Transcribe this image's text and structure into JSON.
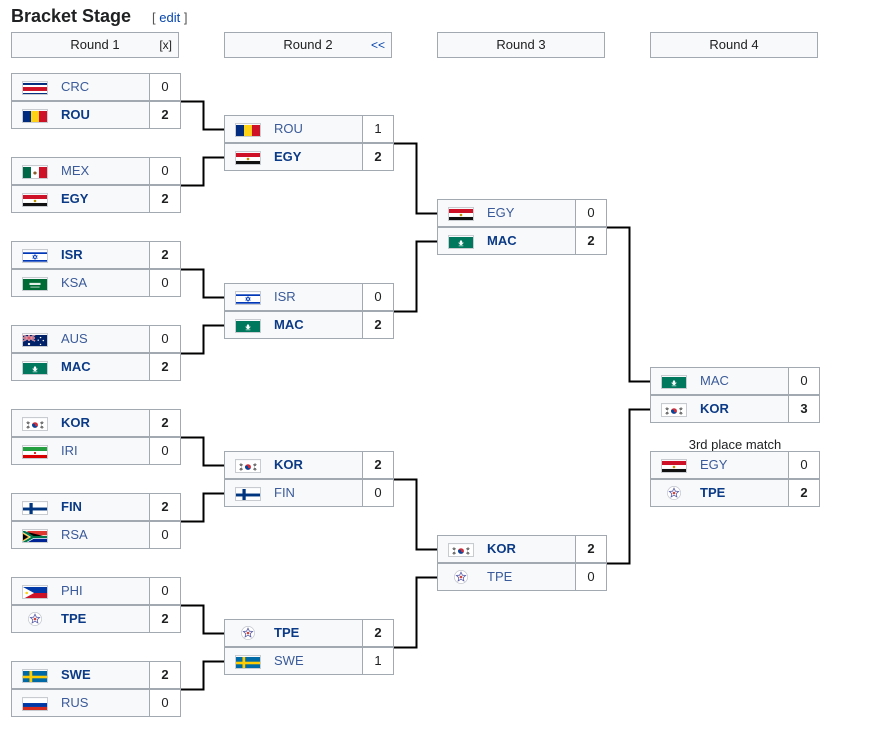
{
  "page": {
    "title": "Bracket Stage",
    "edit_label": "edit",
    "edit_open": "[ ",
    "edit_close": " ]"
  },
  "rounds": [
    {
      "label": "Round 1",
      "control": "[x]"
    },
    {
      "label": "Round 2",
      "control": "<<"
    },
    {
      "label": "Round 3",
      "control": ""
    },
    {
      "label": "Round 4",
      "control": ""
    }
  ],
  "third_place_label": "3rd place match",
  "matches": {
    "r1": [
      {
        "a": {
          "code": "CRC",
          "flag": "crc",
          "score": "0",
          "win": false
        },
        "b": {
          "code": "ROU",
          "flag": "rou",
          "score": "2",
          "win": true
        }
      },
      {
        "a": {
          "code": "MEX",
          "flag": "mex",
          "score": "0",
          "win": false
        },
        "b": {
          "code": "EGY",
          "flag": "egy",
          "score": "2",
          "win": true
        }
      },
      {
        "a": {
          "code": "ISR",
          "flag": "isr",
          "score": "2",
          "win": true
        },
        "b": {
          "code": "KSA",
          "flag": "ksa",
          "score": "0",
          "win": false
        }
      },
      {
        "a": {
          "code": "AUS",
          "flag": "aus",
          "score": "0",
          "win": false
        },
        "b": {
          "code": "MAC",
          "flag": "mac",
          "score": "2",
          "win": true
        }
      },
      {
        "a": {
          "code": "KOR",
          "flag": "kor",
          "score": "2",
          "win": true
        },
        "b": {
          "code": "IRI",
          "flag": "iri",
          "score": "0",
          "win": false
        }
      },
      {
        "a": {
          "code": "FIN",
          "flag": "fin",
          "score": "2",
          "win": true
        },
        "b": {
          "code": "RSA",
          "flag": "rsa",
          "score": "0",
          "win": false
        }
      },
      {
        "a": {
          "code": "PHI",
          "flag": "phi",
          "score": "0",
          "win": false
        },
        "b": {
          "code": "TPE",
          "flag": "tpe",
          "score": "2",
          "win": true
        }
      },
      {
        "a": {
          "code": "SWE",
          "flag": "swe",
          "score": "2",
          "win": true
        },
        "b": {
          "code": "RUS",
          "flag": "rus",
          "score": "0",
          "win": false
        }
      }
    ],
    "r2": [
      {
        "a": {
          "code": "ROU",
          "flag": "rou",
          "score": "1",
          "win": false
        },
        "b": {
          "code": "EGY",
          "flag": "egy",
          "score": "2",
          "win": true
        }
      },
      {
        "a": {
          "code": "ISR",
          "flag": "isr",
          "score": "0",
          "win": false
        },
        "b": {
          "code": "MAC",
          "flag": "mac",
          "score": "2",
          "win": true
        }
      },
      {
        "a": {
          "code": "KOR",
          "flag": "kor",
          "score": "2",
          "win": true
        },
        "b": {
          "code": "FIN",
          "flag": "fin",
          "score": "0",
          "win": false
        }
      },
      {
        "a": {
          "code": "TPE",
          "flag": "tpe",
          "score": "2",
          "win": true
        },
        "b": {
          "code": "SWE",
          "flag": "swe",
          "score": "1",
          "win": false
        }
      }
    ],
    "r3": [
      {
        "a": {
          "code": "EGY",
          "flag": "egy",
          "score": "0",
          "win": false
        },
        "b": {
          "code": "MAC",
          "flag": "mac",
          "score": "2",
          "win": true
        }
      },
      {
        "a": {
          "code": "KOR",
          "flag": "kor",
          "score": "2",
          "win": true
        },
        "b": {
          "code": "TPE",
          "flag": "tpe",
          "score": "0",
          "win": false
        }
      }
    ],
    "final": {
      "a": {
        "code": "MAC",
        "flag": "mac",
        "score": "0",
        "win": false
      },
      "b": {
        "code": "KOR",
        "flag": "kor",
        "score": "3",
        "win": true
      }
    },
    "third": {
      "a": {
        "code": "EGY",
        "flag": "egy",
        "score": "0",
        "win": false
      },
      "b": {
        "code": "TPE",
        "flag": "tpe",
        "score": "2",
        "win": true
      }
    }
  }
}
